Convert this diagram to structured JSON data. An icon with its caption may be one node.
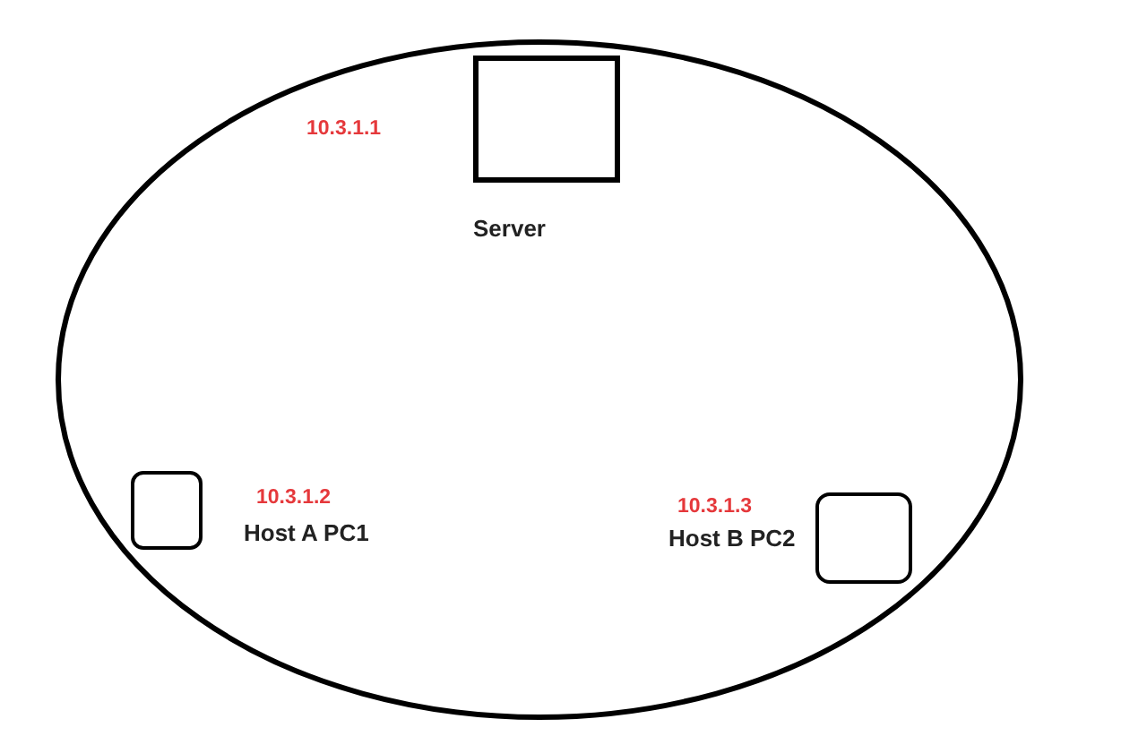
{
  "diagram": {
    "nodes": [
      {
        "text": [],
        "shape": "ellipse"
      },
      {
        "text": [
          "Server"
        ],
        "in": 0
      },
      {
        "text": [
          "Host A PC1"
        ],
        "beside": [
          "10.3.1.2"
        ],
        "in": 0
      },
      {
        "text": [
          "Host B PC2"
        ],
        "beside": [
          "10.3.1.3"
        ],
        "in": 0
      }
    ],
    "labels": [
      "10.3.1.1"
    ]
  }
}
